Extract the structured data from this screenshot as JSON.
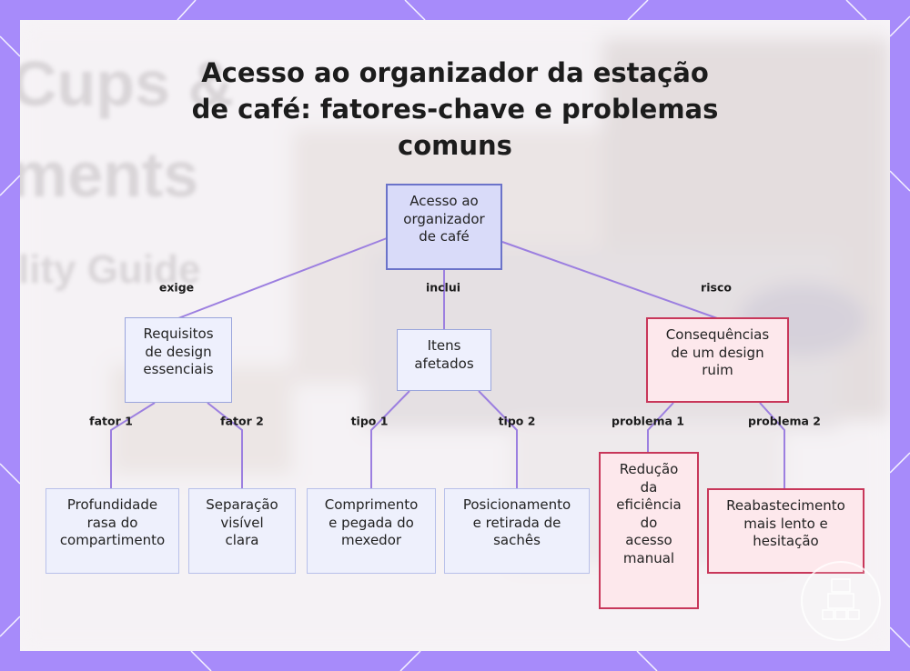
{
  "title": "Acesso ao organizador da estação de café: fatores-chave e problemas comuns",
  "background_text": [
    "Cups &",
    "ments",
    "lity Guide"
  ],
  "colors": {
    "frame": "#a78bfa",
    "root_fill": "#d9dbf9",
    "root_border": "#6b73c9",
    "node_fill": "#eef0fd",
    "node_border": "#9aa5dc",
    "problem_fill": "#fde8ec",
    "problem_border": "#c8375a",
    "edge": "#9c7fe0"
  },
  "nodes": {
    "root": "Acesso ao\norganizador\nde café",
    "requirements": "Requisitos\nde design\nessenciais",
    "items": "Itens\nafetados",
    "consequences": "Consequências\nde um design\nruim",
    "depth": "Profundidade\nrasa do\ncompartimento",
    "separation": "Separação\nvisível\nclara",
    "stirrer": "Comprimento\ne pegada do\nmexedor",
    "sachets": "Posicionamento\ne retirada de\nsachês",
    "efficiency": "Redução\nda\neficiência\ndo\nacesso\nmanual",
    "refill": "Reabastecimento\nmais lento e\nhesitação"
  },
  "edge_labels": {
    "requires": "exige",
    "includes": "inclui",
    "risk": "risco",
    "factor1": "fator 1",
    "factor2": "fator 2",
    "type1": "tipo 1",
    "type2": "tipo 2",
    "problem1": "problema 1",
    "problem2": "problema 2"
  }
}
